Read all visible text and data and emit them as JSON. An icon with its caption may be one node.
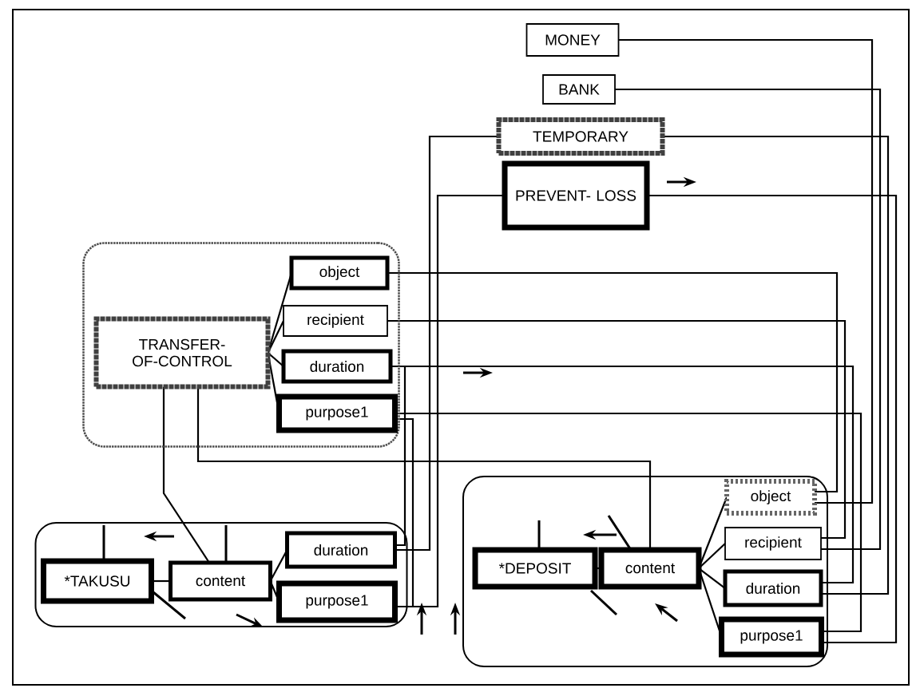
{
  "diagram": {
    "nodes": [
      {
        "text": [
          "MONEY"
        ]
      },
      {
        "text": [
          "BANK"
        ]
      },
      {
        "text": [
          "TEMPORARY"
        ]
      },
      {
        "text": [
          "PREVENT- LOSS"
        ]
      },
      {
        "text": [],
        "shape": "box"
      },
      {
        "text": [
          "TRANSFER- OF-CONTROL"
        ],
        "in": 4
      },
      {
        "text": [
          "object"
        ],
        "in": 4
      },
      {
        "text": [
          "recipient"
        ],
        "in": 4
      },
      {
        "text": [
          "duration"
        ],
        "in": 4
      },
      {
        "text": [
          "purpose1"
        ],
        "in": 4
      },
      {
        "text": [],
        "shape": "box"
      },
      {
        "text": [
          "*TAKUSU"
        ],
        "in": 10
      },
      {
        "text": [
          "content"
        ],
        "in": 10
      },
      {
        "text": [
          "duration"
        ],
        "in": 10
      },
      {
        "text": [
          "purpose1"
        ],
        "in": 10
      },
      {
        "text": [],
        "shape": "box"
      },
      {
        "text": [
          "*DEPOSIT"
        ],
        "in": 15
      },
      {
        "text": [
          "content"
        ],
        "in": 15
      },
      {
        "text": [
          "object"
        ],
        "in": 15
      },
      {
        "text": [
          "recipient"
        ],
        "in": 15
      },
      {
        "text": [
          "duration"
        ],
        "in": 15
      },
      {
        "text": [
          "purpose1"
        ],
        "in": 15
      }
    ],
    "edges": [
      {
        "from": 5,
        "to": 6,
        "arrow": "none"
      },
      {
        "from": 5,
        "to": 7,
        "arrow": "none"
      },
      {
        "from": 5,
        "to": 8,
        "arrow": "none"
      },
      {
        "from": 5,
        "to": 9,
        "arrow": "none"
      },
      {
        "from": 11,
        "to": 12,
        "arrow": "none"
      },
      {
        "from": 12,
        "to": 13,
        "arrow": "none"
      },
      {
        "from": 12,
        "to": 14,
        "arrow": "none"
      },
      {
        "from": 16,
        "to": 17,
        "arrow": "none"
      },
      {
        "from": 17,
        "to": 18,
        "arrow": "none"
      },
      {
        "from": 17,
        "to": 19,
        "arrow": "none"
      },
      {
        "from": 17,
        "to": 20,
        "arrow": "none"
      },
      {
        "from": 17,
        "to": 21,
        "arrow": "none"
      },
      {
        "from": 5,
        "to": 12,
        "arrow": "none"
      },
      {
        "from": 5,
        "to": 17,
        "arrow": "none"
      },
      {
        "from": 6,
        "to": 18,
        "arrow": "none"
      },
      {
        "from": 7,
        "to": 19,
        "arrow": "none"
      },
      {
        "from": 8,
        "to": 20,
        "arrow": "none"
      },
      {
        "from": 9,
        "to": 21,
        "arrow": "none"
      },
      {
        "from": 8,
        "to": 13,
        "arrow": "none"
      },
      {
        "from": 9,
        "to": 14,
        "arrow": "none"
      },
      {
        "from": 2,
        "to": 13,
        "arrow": "none"
      },
      {
        "from": 3,
        "to": 14,
        "arrow": "none"
      },
      {
        "from": 0,
        "to": 18,
        "arrow": "none"
      },
      {
        "from": 1,
        "to": 19,
        "arrow": "none"
      },
      {
        "from": 2,
        "to": 20,
        "arrow": "none"
      },
      {
        "from": 3,
        "to": 21,
        "arrow": "none"
      }
    ]
  }
}
